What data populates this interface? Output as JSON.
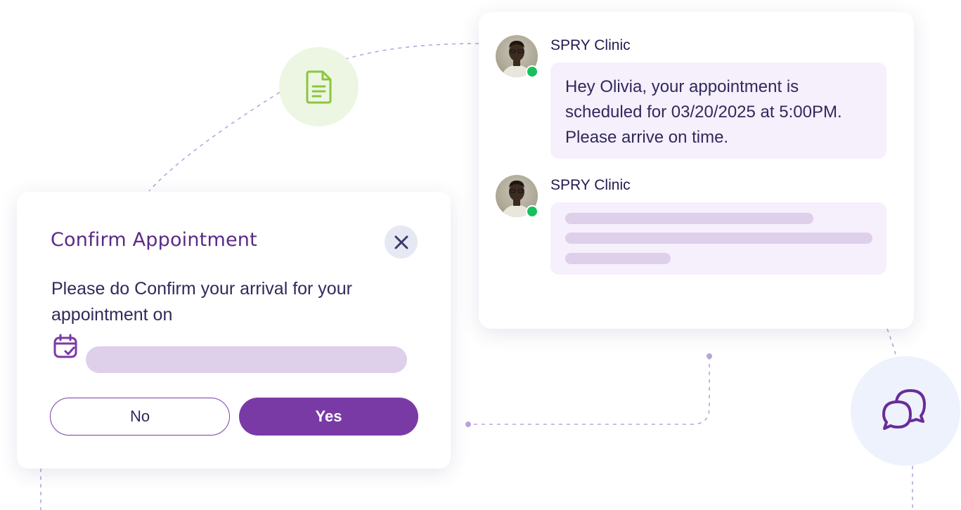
{
  "dialog": {
    "title": "Confirm Appointment",
    "message": "Please do Confirm your arrival for your appointment on",
    "no_label": "No",
    "yes_label": "Yes"
  },
  "chat": {
    "messages": [
      {
        "sender": "SPRY Clinic",
        "text": "Hey Olivia, your appointment is scheduled for 03/20/2025 at 5:00PM. Please arrive on time."
      },
      {
        "sender": "SPRY Clinic",
        "text": ""
      }
    ]
  },
  "colors": {
    "brand_purple": "#7a3aa6",
    "title_purple": "#5a2a86",
    "skeleton": "#decfeb",
    "online": "#17c05f",
    "doc_green": "#8cc63f"
  },
  "icons": [
    "document-icon",
    "chat-bubbles-icon",
    "calendar-check-icon",
    "close-icon"
  ]
}
